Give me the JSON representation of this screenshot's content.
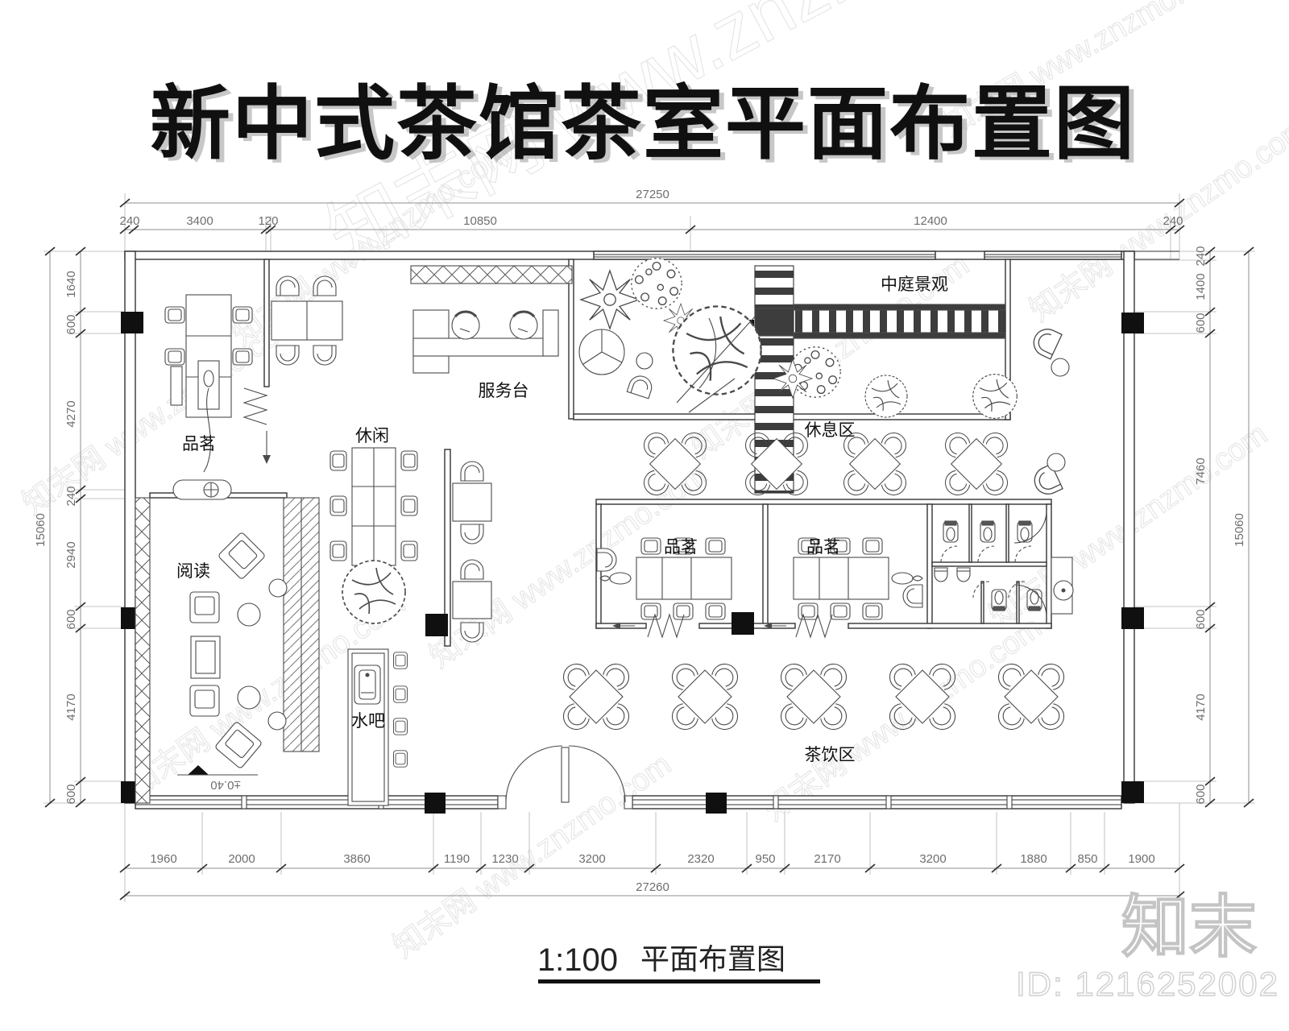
{
  "title": "新中式茶馆茶室平面布置图",
  "caption": {
    "scale": "1:100",
    "label": "平面布置图"
  },
  "rooms": {
    "pinming_top": "品茗",
    "xiuxian": "休闲",
    "fuwutai": "服务台",
    "zhongting": "中庭景观",
    "xiuxiqu": "休息区",
    "yuedu": "阅读",
    "shuiba": "水吧",
    "pinming_1": "品茗",
    "pinming_2": "品茗",
    "chayinqu": "茶饮区",
    "level_mark": "±0.40"
  },
  "dims": {
    "top_total": "27250",
    "top_segments": [
      "240",
      "3400",
      "120",
      "10850",
      "12400",
      "240"
    ],
    "bottom_segments": [
      "1960",
      "2000",
      "3860",
      "1190",
      "1230",
      "3200",
      "2320",
      "950",
      "2170",
      "3200",
      "1880",
      "850",
      "1900"
    ],
    "bottom_total": "27260",
    "left_total": "15060",
    "left_segments": [
      "1640",
      "600",
      "4270",
      "240",
      "2940",
      "600",
      "4170",
      "600"
    ],
    "right_total": "15060",
    "right_segments": [
      "240",
      "1400",
      "600",
      "7460",
      "600",
      "4170",
      "600"
    ]
  },
  "watermark": {
    "tile": "知末网 www.znzmo.com",
    "brand": "知末",
    "id": "ID: 1216252002"
  }
}
